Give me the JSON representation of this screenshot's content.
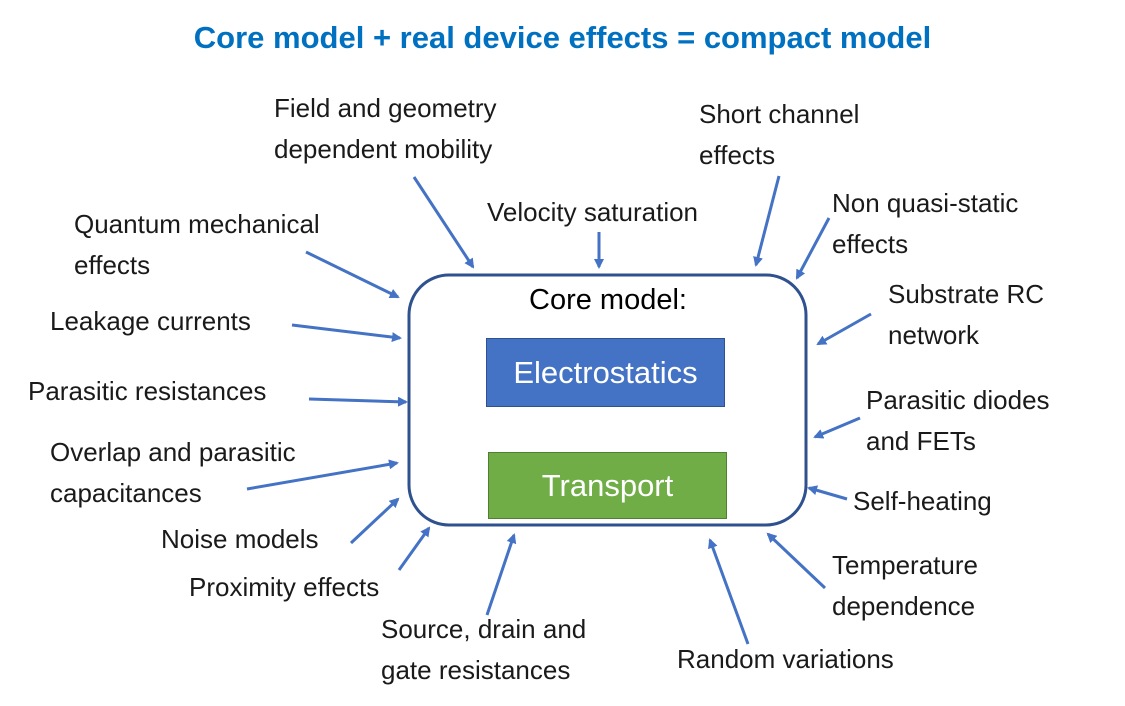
{
  "title": "Core model + real device effects = compact model",
  "core": {
    "title": "Core model:",
    "blocks": {
      "electrostatics": "Electrostatics",
      "transport": "Transport"
    }
  },
  "effects": {
    "field_mobility": [
      "Field and geometry",
      "dependent mobility"
    ],
    "short_channel": [
      "Short channel",
      "effects"
    ],
    "velocity_saturation": [
      "Velocity saturation"
    ],
    "quantum": [
      "Quantum mechanical",
      "effects"
    ],
    "non_quasi_static": [
      "Non quasi-static",
      "effects"
    ],
    "substrate_rc": [
      "Substrate RC",
      "network"
    ],
    "leakage": [
      "Leakage currents"
    ],
    "parasitic_resistances": [
      "Parasitic resistances"
    ],
    "parasitic_diodes": [
      "Parasitic diodes",
      "and FETs"
    ],
    "overlap": [
      "Overlap and parasitic",
      "capacitances"
    ],
    "self_heating": [
      "Self-heating"
    ],
    "noise": [
      "Noise models"
    ],
    "proximity": [
      "Proximity effects"
    ],
    "temperature": [
      "Temperature",
      "dependence"
    ],
    "source_drain": [
      "Source,  drain and",
      "gate resistances"
    ],
    "random": [
      "Random variations"
    ]
  },
  "colors": {
    "title": "#0070C0",
    "arrow": "#4472C4",
    "core_border": "#2F528F",
    "electrostatics_fill": "#4472C4",
    "transport_fill": "#70AD47"
  }
}
